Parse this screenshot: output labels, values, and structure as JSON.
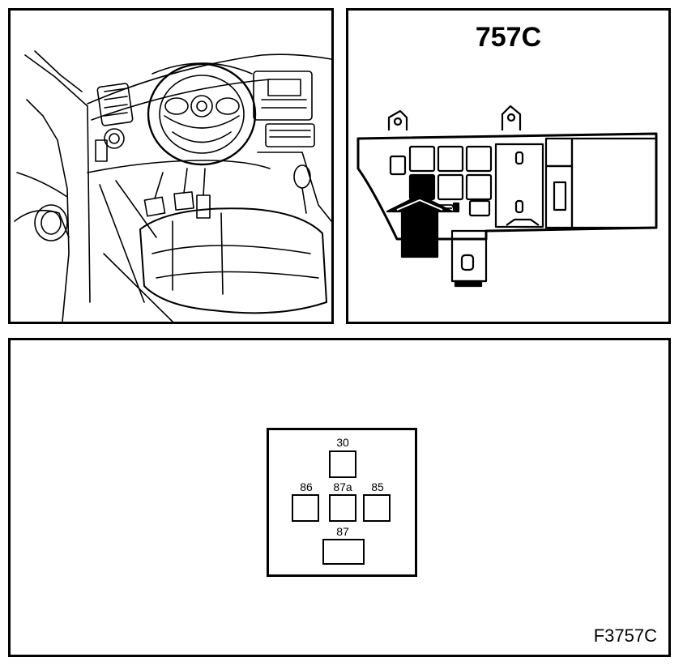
{
  "fusebox": {
    "title": "757C"
  },
  "relay": {
    "pins": [
      {
        "id": "30",
        "label": "30"
      },
      {
        "id": "86",
        "label": "86"
      },
      {
        "id": "87a",
        "label": "87a"
      },
      {
        "id": "85",
        "label": "85"
      },
      {
        "id": "87",
        "label": "87"
      }
    ]
  },
  "figure_code": "F3757C"
}
